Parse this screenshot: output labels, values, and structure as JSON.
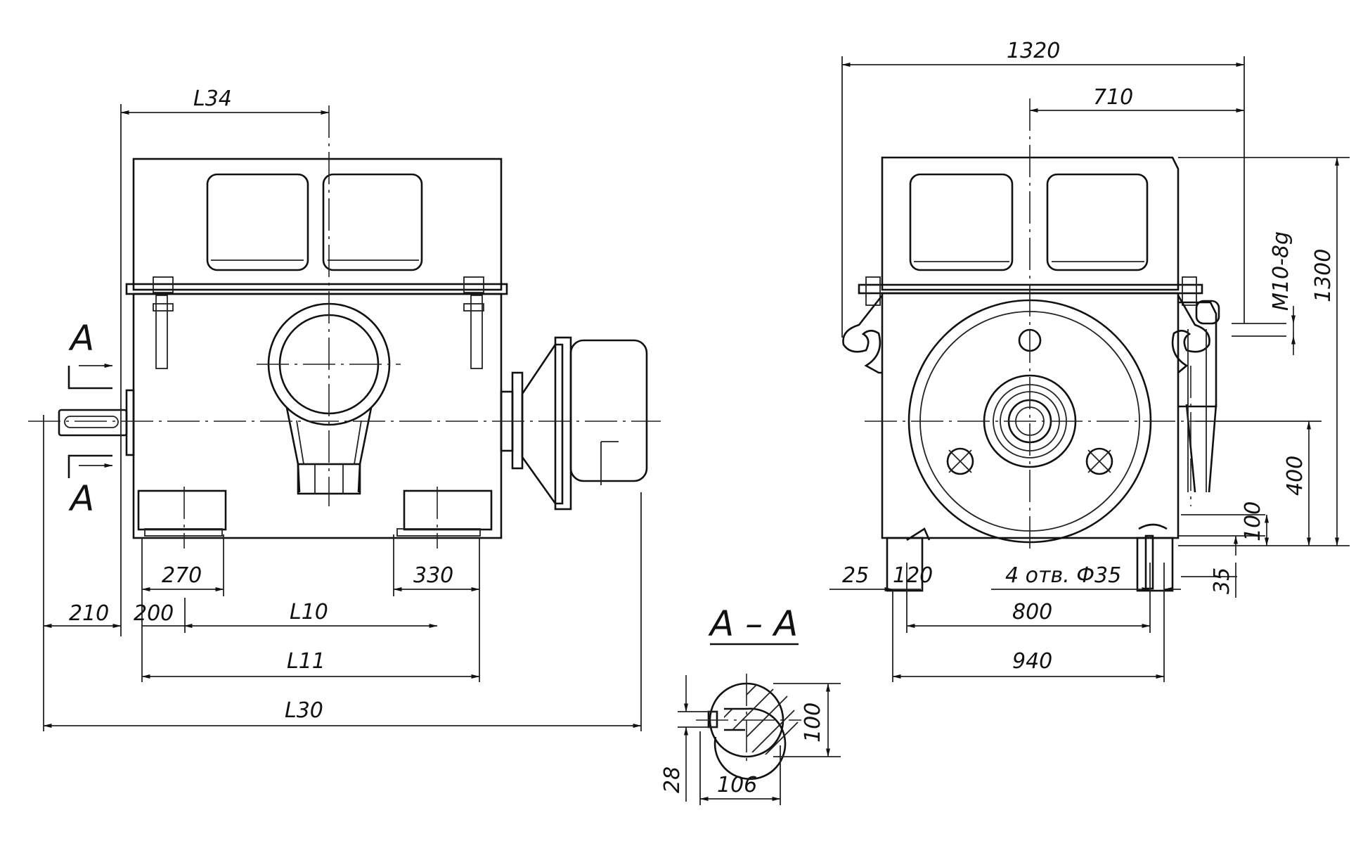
{
  "side_view": {
    "dims": {
      "L34": "L34",
      "d270": "270",
      "d330": "330",
      "d210": "210",
      "d200": "200",
      "L10": "L10",
      "L11": "L11",
      "L30": "L30"
    },
    "section_mark_top": "A",
    "section_mark_bottom": "A"
  },
  "front_view": {
    "dims": {
      "d1320": "1320",
      "d710": "710",
      "d1300": "1300",
      "thread": "M10-8g",
      "d400": "400",
      "d100": "100",
      "d35": "35",
      "d25": "25",
      "d120": "120",
      "holes": "4 отв. Ф35",
      "d800": "800",
      "d940": "940"
    }
  },
  "section": {
    "title": "A – A",
    "dims": {
      "d100": "100",
      "d28": "28",
      "d106": "106"
    }
  }
}
